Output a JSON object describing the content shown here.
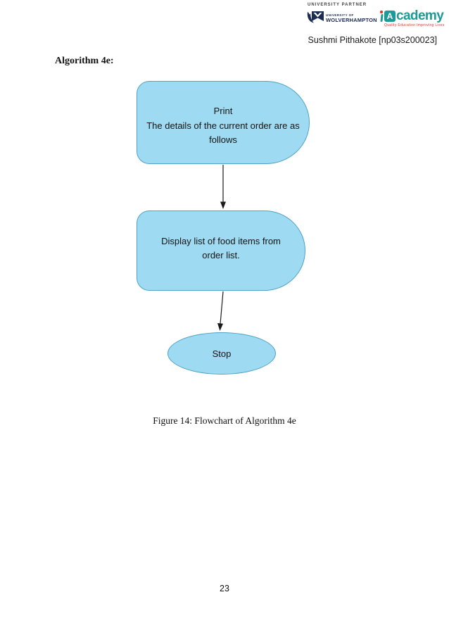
{
  "header": {
    "partner_label": "UNIVERSITY PARTNER",
    "uow": {
      "line1": "UNIVERSITY OF",
      "line2": "WOLVERHAMPTON"
    },
    "academy": {
      "badge_letter": "A",
      "rest": "cademy",
      "tagline": "Quality Education Improving Lives"
    },
    "author": "Sushmi Pithakote [np03s200023]"
  },
  "content": {
    "heading": "Algorithm 4e:",
    "caption": "Figure 14: Flowchart of Algorithm 4e"
  },
  "flowchart": {
    "nodes": [
      {
        "type": "display",
        "lines": [
          "Print",
          "The details of the current order are as",
          "follows"
        ]
      },
      {
        "type": "display",
        "lines": [
          "Display list of food items from",
          "order list."
        ]
      },
      {
        "type": "terminator",
        "lines": [
          "Stop"
        ]
      }
    ],
    "colors": {
      "node_fill": "#9EDBF2",
      "node_border": "#4DA2C6",
      "arrow": "#1A1A1A",
      "uow_navy": "#1D2D52",
      "academy_teal": "#1B9A97",
      "academy_red": "#D93A2B"
    }
  },
  "page": {
    "number": "23"
  }
}
